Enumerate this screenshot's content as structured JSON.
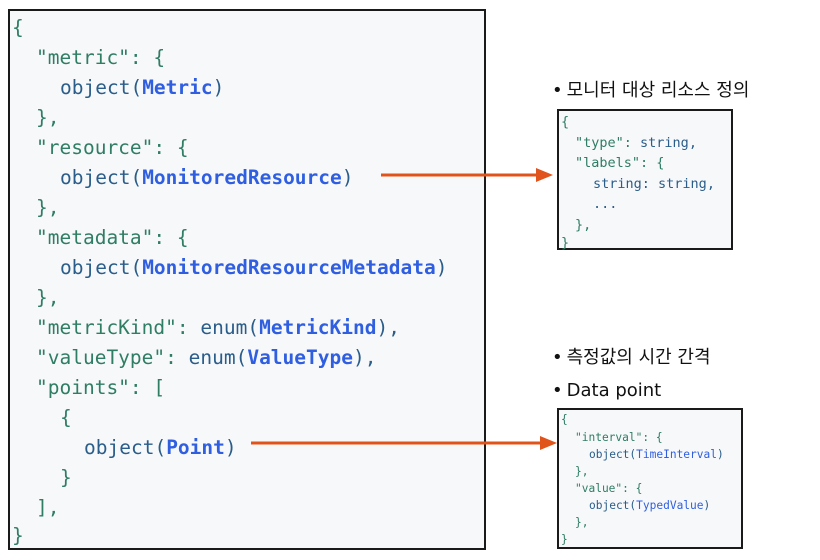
{
  "main_code": {
    "l0": {
      "p0": "{"
    },
    "l1": {
      "k": "\"metric\"",
      "p": ": {"
    },
    "l2": {
      "f": "object(",
      "t": "Metric",
      "p": ")"
    },
    "l3": {
      "p": "},"
    },
    "l4": {
      "k": "\"resource\"",
      "p": ": {"
    },
    "l5": {
      "f": "object(",
      "t": "MonitoredResource",
      "p": ")"
    },
    "l6": {
      "p": "},"
    },
    "l7": {
      "k": "\"metadata\"",
      "p": ": {"
    },
    "l8": {
      "f": "object(",
      "t": "MonitoredResourceMetadata",
      "p": ")"
    },
    "l9": {
      "p": "},"
    },
    "l10": {
      "k": "\"metricKind\"",
      "p": ": ",
      "f": "enum(",
      "t": "MetricKind",
      "p2": "),"
    },
    "l11": {
      "k": "\"valueType\"",
      "p": ": ",
      "f": "enum(",
      "t": "ValueType",
      "p2": "),"
    },
    "l12": {
      "k": "\"points\"",
      "p": ": ["
    },
    "l13": {
      "p": "{"
    },
    "l14": {
      "f": "object(",
      "t": "Point",
      "p": ")"
    },
    "l15": {
      "p": "}"
    },
    "l16": {
      "p": "],"
    },
    "l17": {
      "p": "}"
    }
  },
  "resource_box": {
    "l0": "{",
    "l1": {
      "k": "\"type\"",
      "p": ": ",
      "v": "string",
      "p2": ","
    },
    "l2": {
      "k": "\"labels\"",
      "p": ": {"
    },
    "l3": {
      "v": "string",
      "p": ": ",
      "v2": "string",
      "p2": ","
    },
    "l4": "...",
    "l5": "},",
    "l6": "}"
  },
  "point_box": {
    "l0": "{",
    "l1": {
      "k": "\"interval\"",
      "p": ": {"
    },
    "l2": {
      "f": "object(",
      "t": "TimeInterval",
      "p": ")"
    },
    "l3": "},",
    "l4": {
      "k": "\"value\"",
      "p": ": {"
    },
    "l5": {
      "f": "object(",
      "t": "TypedValue",
      "p": ")"
    },
    "l6": "},",
    "l7": "}"
  },
  "labels": {
    "bullet": "•",
    "resource": "모니터 대상 리소스 정의",
    "interval": "측정값의 시간 간격",
    "datapoint": "Data point"
  },
  "colors": {
    "arrow": "#e0531a",
    "key": "#2f7d63",
    "type": "#2f5fe0",
    "border": "#1a1a1a"
  }
}
